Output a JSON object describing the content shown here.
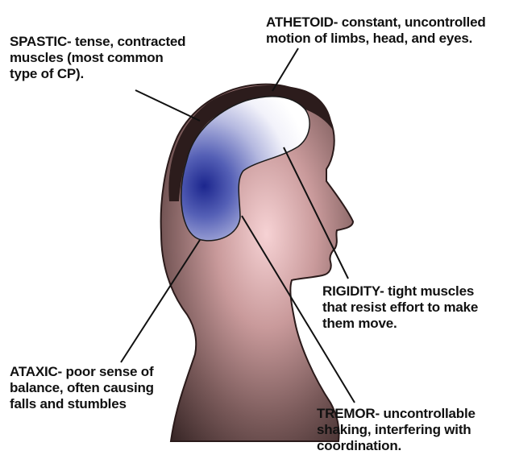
{
  "labels": {
    "spastic": {
      "lines": [
        "SPASTIC- tense, contracted",
        "muscles (most common",
        "type of CP)."
      ]
    },
    "athetoid": {
      "lines": [
        "ATHETOID- constant, uncontrolled",
        "motion of limbs, head, and eyes."
      ]
    },
    "rigidity": {
      "lines": [
        "RIGIDITY- tight muscles",
        "that resist effort to make",
        "them move."
      ]
    },
    "ataxic": {
      "lines": [
        "ATAXIC- poor sense of",
        "balance, often causing",
        "falls and stumbles"
      ]
    },
    "tremor": {
      "lines": [
        "TREMOR- uncontrollable",
        "shaking, interfering with",
        "coordination."
      ]
    }
  },
  "colors": {
    "head_outline": "#2a1a1a",
    "head_fill_center": "#f4c9cc",
    "head_fill_edge": "#3a2626",
    "brain_blue": "#1f2a9e",
    "brain_white": "#ffffff",
    "text": "#111111",
    "pointer_line": "#111111"
  }
}
